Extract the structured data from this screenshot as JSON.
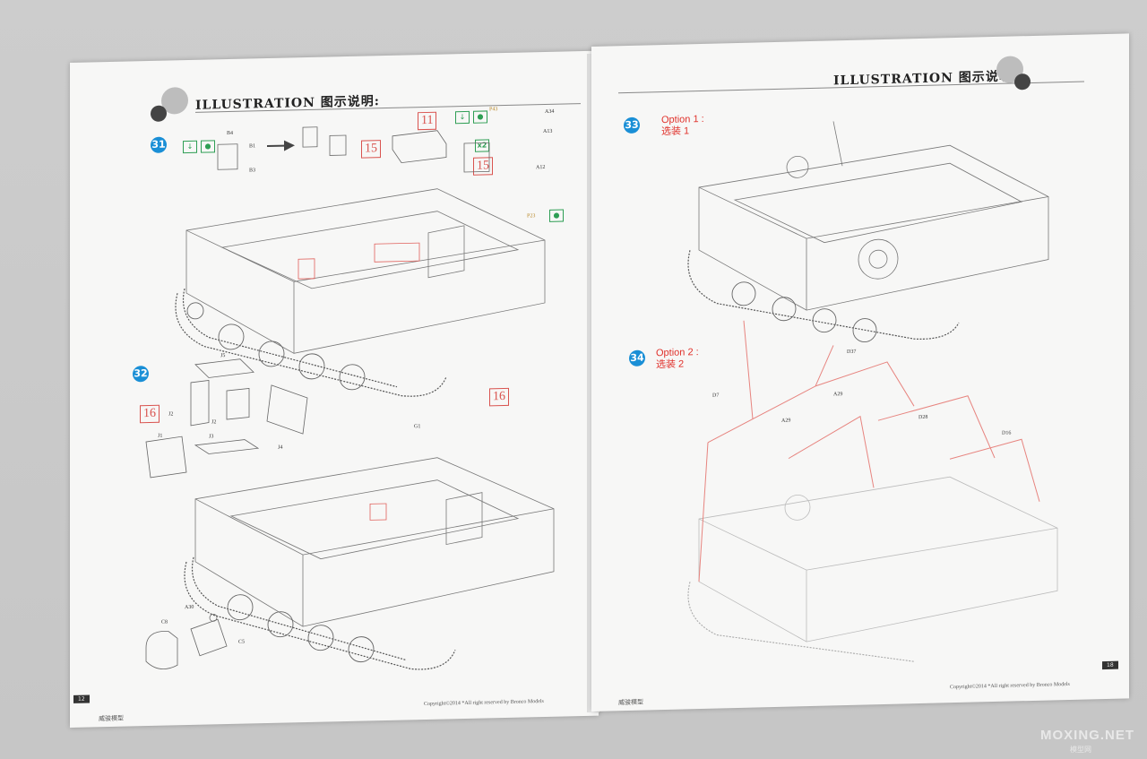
{
  "header_left": "ILLUSTRATION 图示说明:",
  "header_right": "ILLUSTRATION 图示说明:",
  "steps": {
    "s31": "31",
    "s32": "32",
    "s33": "33",
    "s34": "34"
  },
  "option1": {
    "en": "Option 1 :",
    "zh": "选装 1"
  },
  "option2": {
    "en": "Option 2 :",
    "zh": "选装 2"
  },
  "red_boxes": {
    "b11": "11",
    "b15a": "15",
    "b15b": "15",
    "b16a": "16",
    "b16b": "16"
  },
  "x2_label": "x2",
  "parts": {
    "p_b4": "B4",
    "p_b1": "B1",
    "p_b3": "B3",
    "p_p43": "P43",
    "p_a34": "A34",
    "p_a13": "A13",
    "p_a12": "A12",
    "p_p23": "P23",
    "p_j5": "J5",
    "p_j2": "J2",
    "p_j3": "J3",
    "p_j1": "J1",
    "p_j4": "J4",
    "p_j2b": "J2",
    "p_g1": "G1",
    "p_a30": "A30",
    "p_c8": "C8",
    "p_c5": "C5",
    "p_d37": "D37",
    "p_d7": "D7",
    "p_a29a": "A29",
    "p_a29b": "A29",
    "p_d28": "D28",
    "p_d16": "D16"
  },
  "footer": {
    "left_num": "12",
    "left_brand": "威骏模型",
    "left_copyright": "Copyright©2014 *All right reserved by Bronco Models",
    "right_num": "18",
    "right_brand": "威骏模型",
    "right_copyright": "Copyright©2014 *All right reserved by Bronco Models"
  },
  "watermark": {
    "main": "MOXING.NET",
    "sub": "模型网"
  }
}
